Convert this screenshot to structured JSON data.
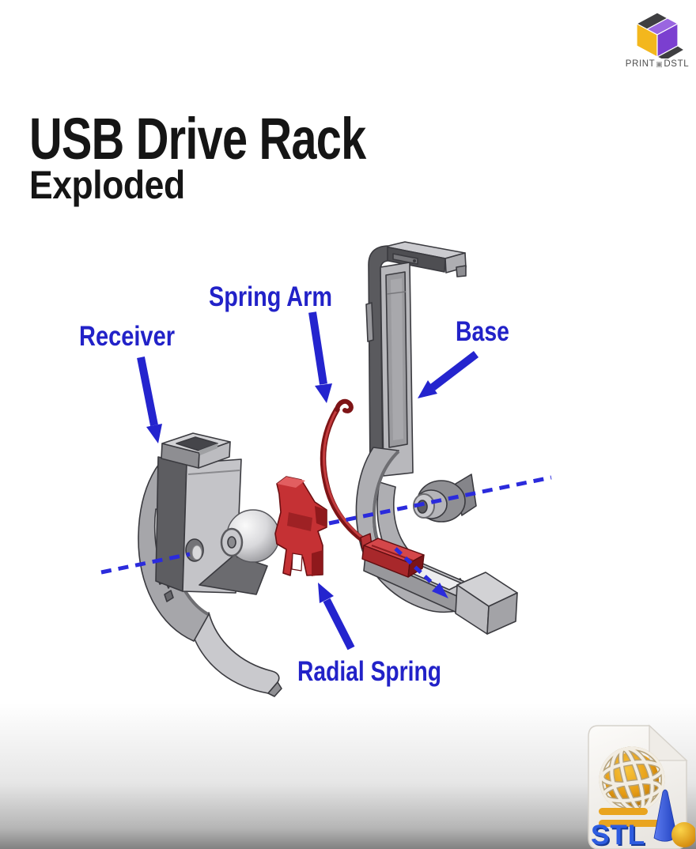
{
  "brand": {
    "left": "PRINT",
    "separator": "▣",
    "right": "DSTL"
  },
  "title": {
    "main": "USB Drive Rack",
    "subtitle": "Exploded"
  },
  "diagram": {
    "labels": [
      {
        "id": "receiver",
        "text": "Receiver"
      },
      {
        "id": "spring-arm",
        "text": "Spring Arm"
      },
      {
        "id": "base",
        "text": "Base"
      },
      {
        "id": "radial-spring",
        "text": "Radial Spring"
      }
    ]
  },
  "file_badge": {
    "format": "STL"
  },
  "colors": {
    "label_blue": "#2222c8",
    "arrow_blue": "#2424ce",
    "dash_blue": "#2b2bdc",
    "part_gray": "#c4c4c8",
    "part_red": "#c53134",
    "logo_yellow": "#f3b71d",
    "logo_purple": "#7b3fd0"
  }
}
